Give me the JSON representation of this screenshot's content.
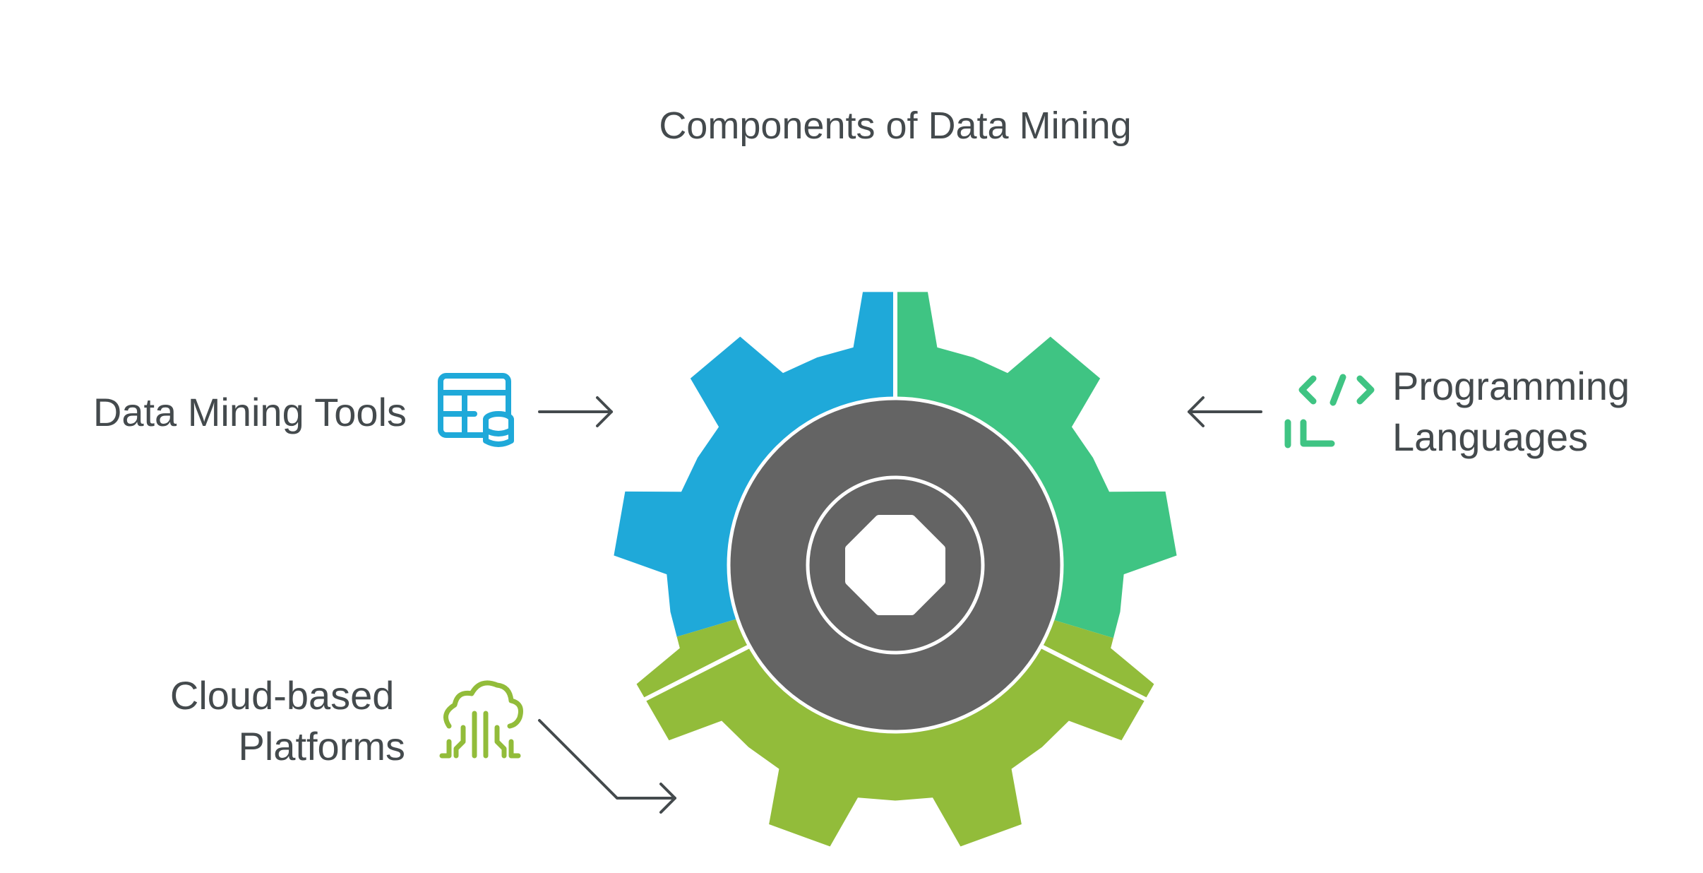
{
  "title": "Components of Data Mining",
  "components": [
    {
      "id": "tools",
      "label_lines": [
        "Data Mining Tools"
      ],
      "icon": "database-table-icon",
      "color": "#1fa9d9"
    },
    {
      "id": "languages",
      "label_lines": [
        "Programming",
        "Languages"
      ],
      "icon": "code-icon",
      "color": "#3fc483"
    },
    {
      "id": "cloud",
      "label_lines": [
        "Cloud-based",
        "Platforms"
      ],
      "icon": "cloud-circuit-icon",
      "color": "#92bc3a"
    }
  ],
  "colors": {
    "hub": "#646464",
    "text": "#444a4d",
    "arrow": "#444a4d",
    "background": "#ffffff"
  }
}
